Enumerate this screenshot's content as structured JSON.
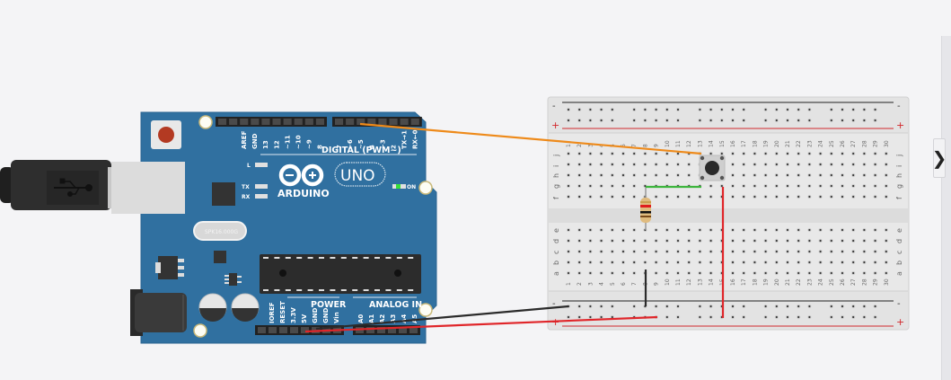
{
  "app": {
    "view": "circuit-editor"
  },
  "colors": {
    "background": "#f4f4f6",
    "arduino_board": "#3070a0",
    "wire_orange": "#ee8a1a",
    "wire_red": "#e0262a",
    "wire_black": "#2b2b2b",
    "wire_green": "#3db53d",
    "breadboard": "#e2e2e2"
  },
  "arduino": {
    "brand": "ARDUINO",
    "model": "UNO",
    "on_label": "ON",
    "led_labels": [
      "L",
      "TX",
      "RX"
    ],
    "crystal_label": "SPK16.000G",
    "digital_header_label": "DIGITAL (PWM~)",
    "digital_pins_left": [
      "AREF",
      "GND",
      "13",
      "12",
      "~11",
      "~10",
      "~9",
      "8"
    ],
    "digital_pins_right": [
      "7",
      "~6",
      "~5",
      "4",
      "~3",
      "2",
      "TX→1",
      "RX←0"
    ],
    "power_label": "POWER",
    "power_pins": [
      "IOREF",
      "RESET",
      "3.3V",
      "5V",
      "GND",
      "GND",
      "Vin"
    ],
    "analog_label": "ANALOG IN",
    "analog_pins": [
      "A0",
      "A1",
      "A2",
      "A3",
      "A4",
      "A5"
    ]
  },
  "breadboard": {
    "columns": [
      "1",
      "2",
      "3",
      "4",
      "5",
      "6",
      "7",
      "8",
      "9",
      "10",
      "11",
      "12",
      "13",
      "14",
      "15",
      "16",
      "17",
      "18",
      "19",
      "20",
      "21",
      "22",
      "23",
      "24",
      "25",
      "26",
      "27",
      "28",
      "29",
      "30"
    ],
    "top_rows": [
      "j",
      "i",
      "h",
      "g",
      "f"
    ],
    "bottom_rows": [
      "e",
      "d",
      "c",
      "b",
      "a"
    ],
    "rail_minus": "-",
    "rail_plus": "+"
  },
  "components": {
    "pushbutton": "pushbutton",
    "resistor": "resistor",
    "usb_cable": "usb-cable"
  },
  "sidebar": {
    "toggle_glyph": "❯"
  }
}
